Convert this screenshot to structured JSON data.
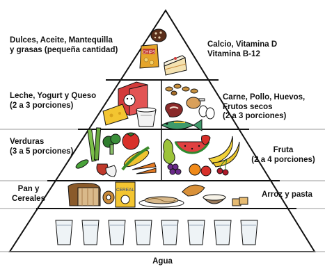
{
  "colors": {
    "line": "#111111",
    "band": "#9a9a9a",
    "sweets": "#b05a2a",
    "calcium": "#d33b3b",
    "meat": "#8a4a2a",
    "veg": "#3c9a3a",
    "fruit": "#e2b21f",
    "bread": "#b9823f",
    "pasta": "#d9b98a",
    "water": "#e8eef2"
  },
  "tiers": {
    "top_left": [
      "Dulces, Aceite, Mantequilla",
      "y grasas (pequeña cantidad)"
    ],
    "top_right": [
      "Calcio, Vitamina D",
      "Vitamina B-12"
    ],
    "dairy": [
      "Leche, Yogurt y Queso",
      "(2 a 3 porciones)"
    ],
    "meat": [
      "Carne, Pollo, Huevos,",
      "Frutos secos",
      "(2 a 3 porciones)"
    ],
    "veg": [
      "Verduras",
      "(3 a 5 porciones)"
    ],
    "fruit": [
      "Fruta",
      "(2 a 4 porciones)"
    ],
    "grains_left": [
      "Pan y",
      "Cereales"
    ],
    "grains_right": "Arroz y pasta",
    "water": "Agua"
  },
  "icons": {
    "chips_bag_text": "CHIPS",
    "cereal_box_text": "CEREAL"
  }
}
